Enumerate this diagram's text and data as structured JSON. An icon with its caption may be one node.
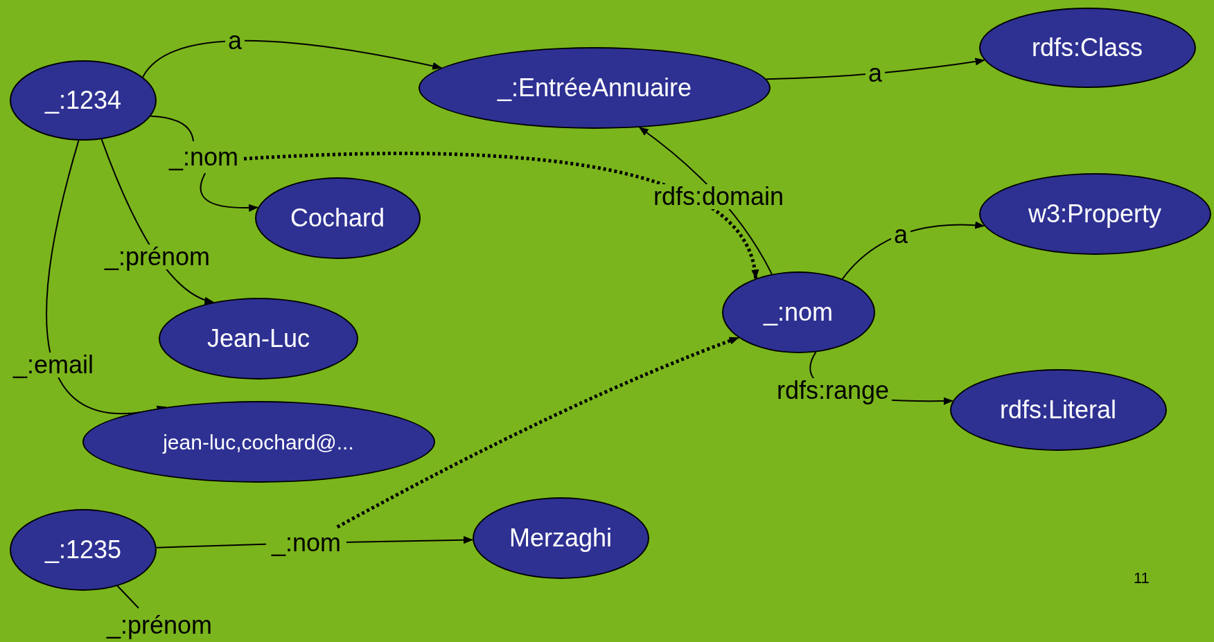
{
  "diagram": {
    "nodes": [
      {
        "text": [
          "_:1234"
        ]
      },
      {
        "text": [
          "_:EntréeAnnuaire"
        ]
      },
      {
        "text": [
          "rdfs:Class"
        ]
      },
      {
        "text": [
          "Cochard"
        ]
      },
      {
        "text": [
          "w3:Property"
        ]
      },
      {
        "text": [
          "_:nom"
        ]
      },
      {
        "text": [
          "Jean-Luc"
        ]
      },
      {
        "text": [
          "rdfs:Literal"
        ]
      },
      {
        "text": [
          "jean-luc,cochard@..."
        ]
      },
      {
        "text": [
          "_:1235"
        ]
      },
      {
        "text": [
          "Merzaghi"
        ]
      },
      {
        "text": [
          "_:nom"
        ]
      },
      {
        "text": [
          "_:nom"
        ]
      }
    ],
    "edges": [
      {
        "from": 0,
        "to": 1,
        "arrow": "to",
        "label": "a"
      },
      {
        "from": 1,
        "to": 2,
        "arrow": "to",
        "label": "a"
      },
      {
        "from": 0,
        "to": 11,
        "arrow": "none"
      },
      {
        "from": 11,
        "to": 3,
        "arrow": "to"
      },
      {
        "from": 11,
        "to": 5,
        "arrow": "to",
        "style": "dashed"
      },
      {
        "from": 0,
        "to": 6,
        "arrow": "to",
        "label": "_:prénom"
      },
      {
        "from": 0,
        "to": 8,
        "arrow": "to",
        "label": "_:email"
      },
      {
        "from": 5,
        "to": 1,
        "arrow": "to",
        "label": "rdfs:domain"
      },
      {
        "from": 5,
        "to": 4,
        "arrow": "to",
        "label": "a"
      },
      {
        "from": 5,
        "to": 7,
        "arrow": "to",
        "label": "rdfs:range"
      },
      {
        "from": 9,
        "to": 12,
        "arrow": "none"
      },
      {
        "from": 12,
        "to": 10,
        "arrow": "to"
      },
      {
        "from": 12,
        "to": 5,
        "arrow": "to",
        "style": "dashed"
      },
      {
        "from": 9,
        "to": null,
        "arrow": "none",
        "label": "_:prénom"
      }
    ],
    "labels": [
      "11"
    ]
  }
}
